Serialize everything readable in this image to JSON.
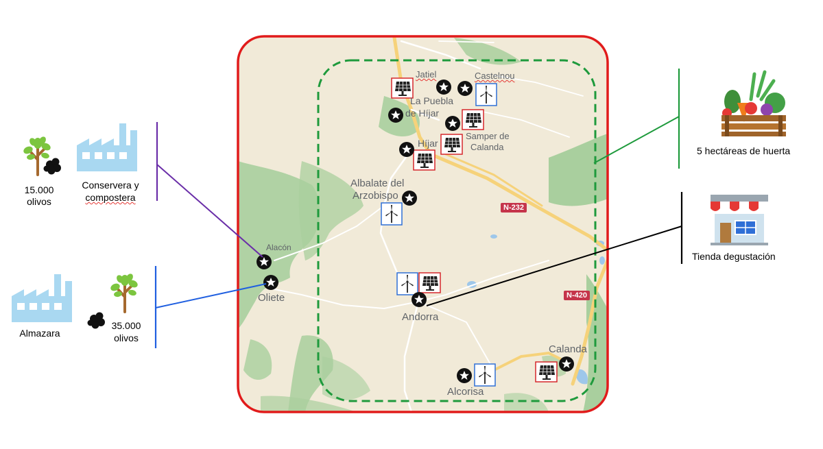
{
  "map": {
    "places": {
      "jatiel": "Jatiel",
      "castelnou": "Castelnou",
      "la_puebla": "La Puebla",
      "de_hijar": "de Híjar",
      "samper_1": "Samper de",
      "samper_2": "Calanda",
      "hijar": "Híjar",
      "albalate_1": "Albalate del",
      "albalate_2": "Arzobispo",
      "alacon": "Alacón",
      "oliete": "Oliete",
      "andorra": "Andorra",
      "calanda": "Calanda",
      "alcorisa": "Alcorisa"
    },
    "roads": [
      "N-232",
      "N-420"
    ],
    "colors": {
      "outer_border": "#e11b1b",
      "inner_border": "#1e9a3c",
      "land": "#f1ead8",
      "green": "#a9cf9e",
      "road_yellow": "#f6d27a",
      "water": "#9ec7ea"
    }
  },
  "left_panel": {
    "top": {
      "olive_count": "15.000",
      "olive_unit": "olivos",
      "facility_line1": "Conservera y",
      "facility_line2": "compostera",
      "connector_color": "#6a2ea8"
    },
    "bottom": {
      "facility": "Almazara",
      "olive_count": "35.000",
      "olive_unit": "olivos",
      "connector_color": "#1f5fe0"
    }
  },
  "right_panel": {
    "top": {
      "label": "5 hectáreas de huerta",
      "icon": "vegetable-crate-icon",
      "connector_color": "#1e9a3c"
    },
    "bottom": {
      "label": "Tienda degustación",
      "icon": "shop-icon",
      "connector_color": "#000000"
    }
  },
  "icons": [
    "star-marker-icon",
    "solar-panel-icon",
    "wind-turbine-icon",
    "olive-tree-icon",
    "factory-icon",
    "olives-icon"
  ]
}
